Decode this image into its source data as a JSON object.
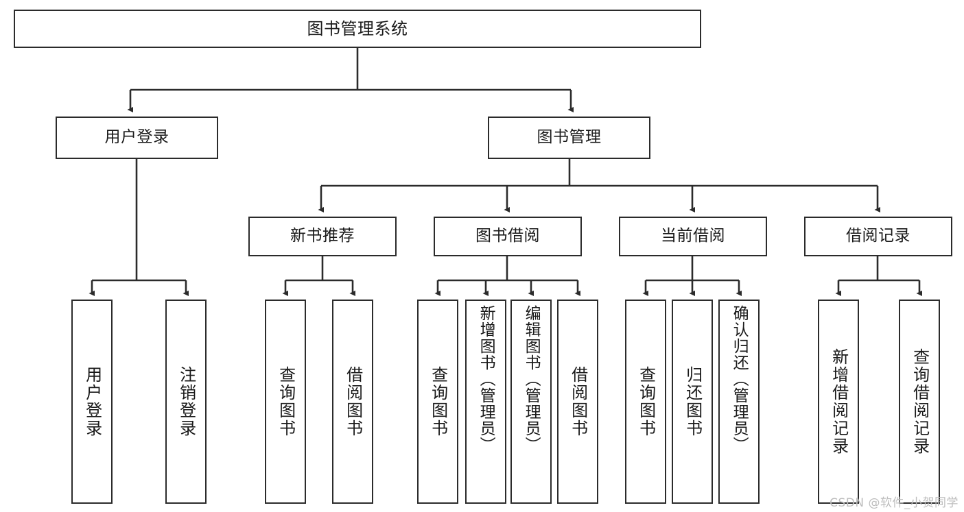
{
  "diagram": {
    "title": "图书管理系统",
    "type": "tree",
    "stroke_color": "#2b2b2b",
    "background_color": "#ffffff",
    "text_color": "#1a1a1a"
  },
  "nodes": {
    "root": {
      "label": "图书管理系统"
    },
    "level2": [
      {
        "label": "用户登录"
      },
      {
        "label": "图书管理"
      }
    ],
    "level3": [
      {
        "label": "新书推荐"
      },
      {
        "label": "图书借阅"
      },
      {
        "label": "当前借阅"
      },
      {
        "label": "借阅记录"
      }
    ],
    "leaves": {
      "user_login": [
        {
          "label": "用户登录"
        },
        {
          "label": "注销登录"
        }
      ],
      "new_book_recommend": [
        {
          "label": "查询图书"
        },
        {
          "label": "借阅图书"
        }
      ],
      "book_borrow": [
        {
          "label": "查询图书"
        },
        {
          "label": "新增图书（管理员）"
        },
        {
          "label": "编辑图书（管理员）"
        },
        {
          "label": "借阅图书"
        }
      ],
      "current_borrow": [
        {
          "label": "查询图书"
        },
        {
          "label": "归还图书"
        },
        {
          "label": "确认归还（管理员）"
        }
      ],
      "borrow_record": [
        {
          "label": "新增借阅记录"
        },
        {
          "label": "查询借阅记录"
        }
      ]
    }
  },
  "watermark": {
    "text": "CSDN @软件_小贺同学"
  }
}
